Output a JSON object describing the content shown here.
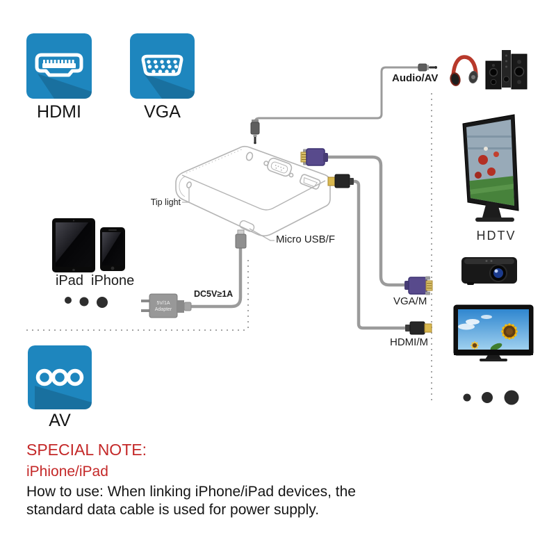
{
  "legend": {
    "hdmi": "HDMI",
    "vga": "VGA",
    "av": "AV"
  },
  "diagram": {
    "audio_label": "Audio/AV",
    "tip_light_label": "Tip light",
    "micro_usb_label": "Micro USB/F",
    "power_label": "DC5V≥1A",
    "adapter_text_line1": "5V/1A",
    "adapter_text_line2": "Adapter",
    "vga_male_label": "VGA/M",
    "hdmi_male_label": "HDMI/M",
    "ipad_label": "iPad",
    "iphone_label": "iPhone",
    "hdtv_label": "HDTV"
  },
  "note": {
    "title": "SPECIAL NOTE:",
    "subtitle": "iPhione/iPad",
    "line1": "How to use: When linking iPhone/iPad devices, the",
    "line2": "standard data cable is used for power supply."
  },
  "colors": {
    "tile_blue": "#1e86be",
    "tile_shadow": "#1b6f9f",
    "note_red": "#c42828",
    "cable_gray": "#9b9b9b",
    "outline_gray": "#b4b4b4",
    "vga_purple": "#584a8c",
    "hdmi_gold": "#d9b84f"
  }
}
